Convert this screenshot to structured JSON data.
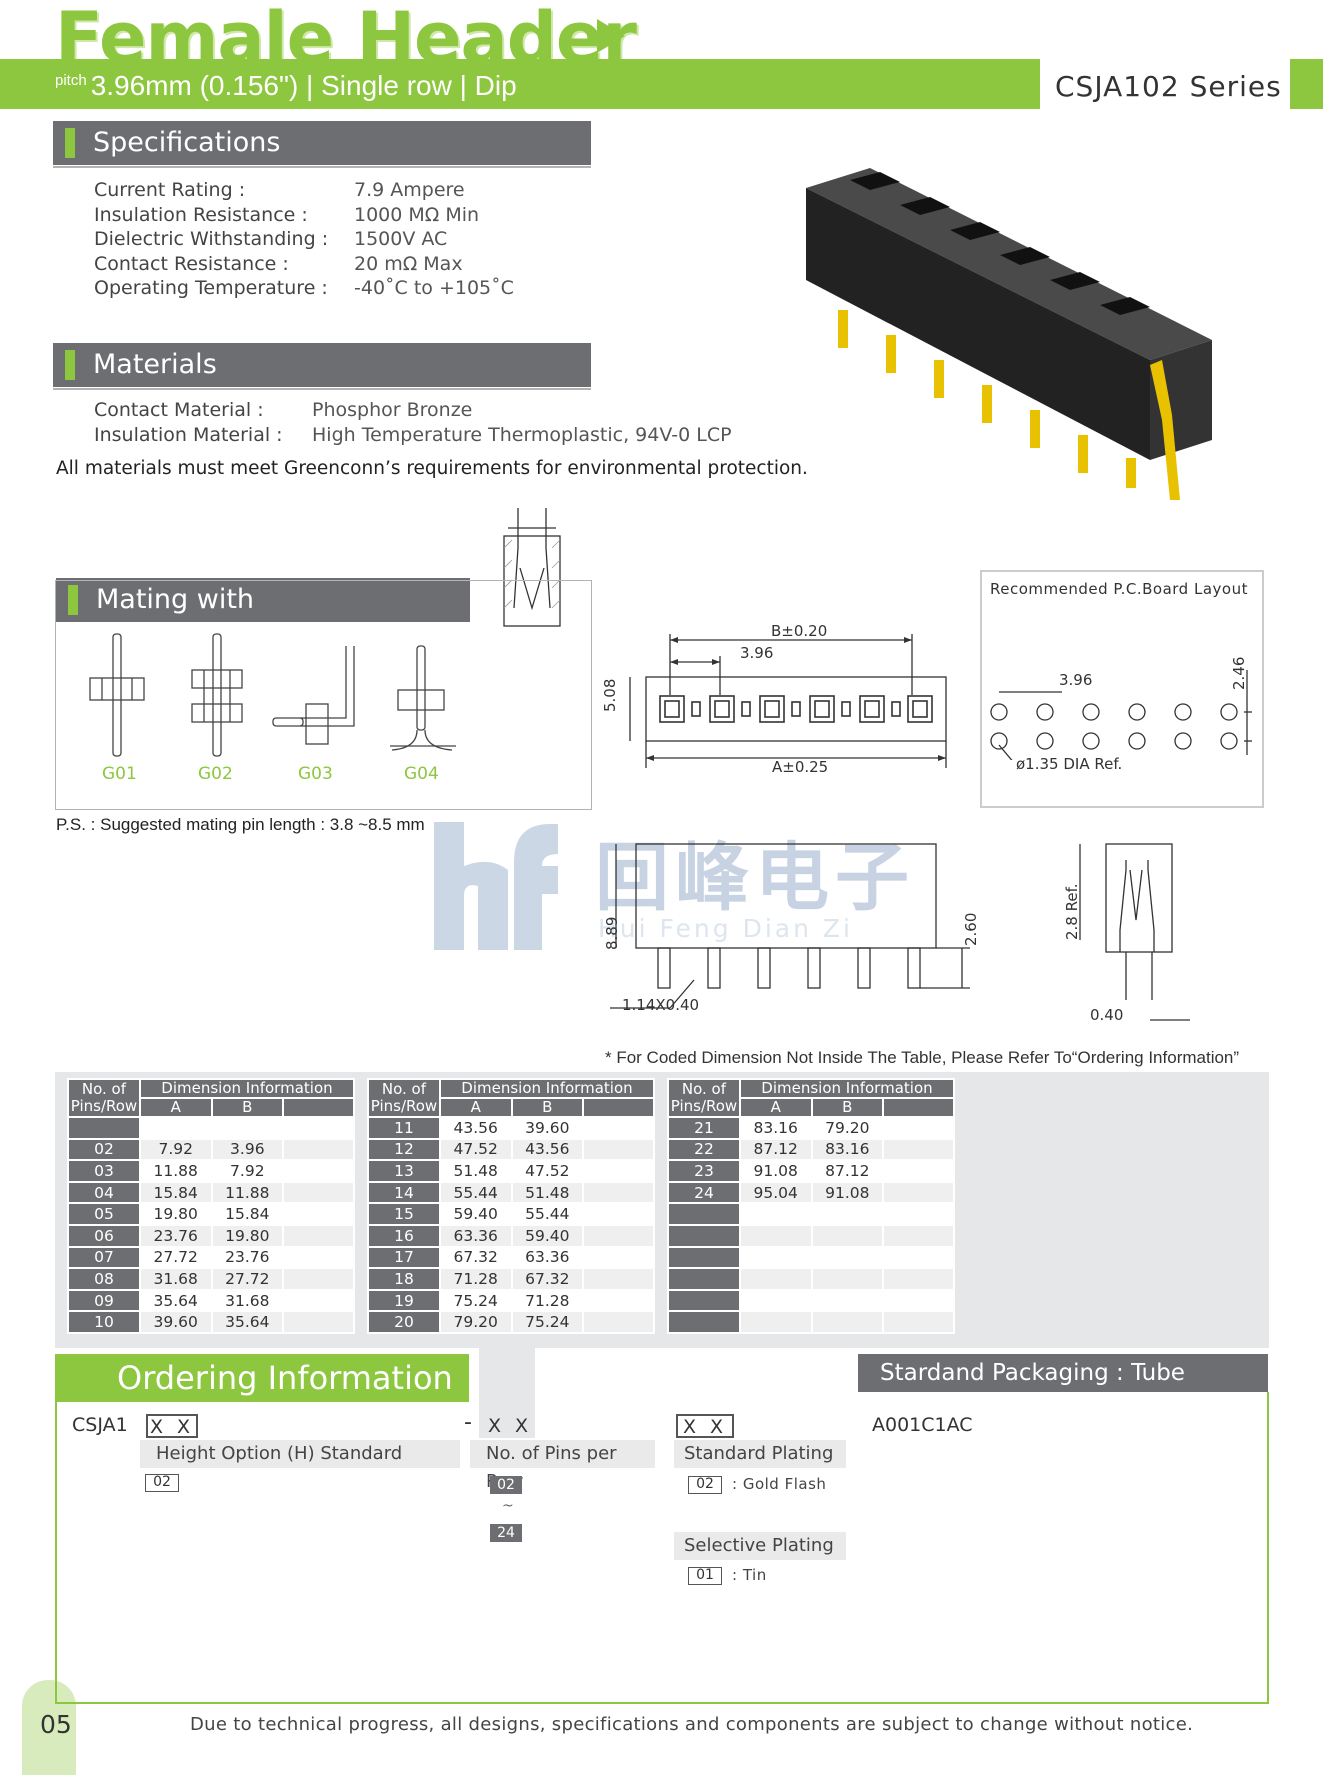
{
  "header": {
    "title": "Female Header",
    "pitch_prefix": "pitch",
    "subtitle": "3.96mm (0.156\")  |  Single row  |  Dip",
    "series": "CSJA102 Series"
  },
  "specifications": {
    "title": "Specifications",
    "rows": [
      {
        "label": "Current Rating :",
        "value": "7.9 Ampere"
      },
      {
        "label": "Insulation Resistance :",
        "value": "1000 MΩ Min"
      },
      {
        "label": "Dielectric Withstanding :",
        "value": "1500V AC"
      },
      {
        "label": "Contact Resistance :",
        "value": "20 mΩ Max"
      },
      {
        "label": "Operating Temperature :",
        "value": "-40˚C to +105˚C"
      }
    ]
  },
  "materials": {
    "title": "Materials",
    "rows": [
      {
        "label": "Contact Material :",
        "value": "Phosphor Bronze"
      },
      {
        "label": "Insulation Material :",
        "value": "High Temperature Thermoplastic, 94V-0 LCP"
      }
    ],
    "note": "All materials must meet Greenconn’s requirements for environmental protection."
  },
  "mating": {
    "title": "Mating with",
    "pins": [
      "G01",
      "G02",
      "G03",
      "G04"
    ],
    "note": "P.S. : Suggested mating pin length : 3.8 ~8.5 mm"
  },
  "drawing": {
    "b_dim": "B±0.20",
    "pitch": "3.96",
    "height_top": "5.08",
    "a_dim": "A±0.25",
    "height": "8.89",
    "pin_tail": "2.60",
    "pin_size": "1.14X0.40",
    "ref_28": "2.8 Ref.",
    "thick": "0.40"
  },
  "pcb": {
    "title": "Recommended  P.C.Board  Layout",
    "pitch": "3.96",
    "row_pitch": "2.46",
    "hole": "ø1.35  DIA  Ref."
  },
  "watermark": {
    "logo": "hf",
    "cn": "回峰电子",
    "en": "Hui Feng Dian Zi"
  },
  "coded_note": "* For Coded Dimension Not Inside The Table, Please Refer To“Ordering Information”",
  "tables": {
    "hdr_pins": "No. of Pins/Row",
    "hdr_dim": "Dimension Information",
    "hdr_a": "A",
    "hdr_b": "B",
    "t1": [
      [
        "",
        "",
        ""
      ],
      [
        "02",
        "7.92",
        "3.96"
      ],
      [
        "03",
        "11.88",
        "7.92"
      ],
      [
        "04",
        "15.84",
        "11.88"
      ],
      [
        "05",
        "19.80",
        "15.84"
      ],
      [
        "06",
        "23.76",
        "19.80"
      ],
      [
        "07",
        "27.72",
        "23.76"
      ],
      [
        "08",
        "31.68",
        "27.72"
      ],
      [
        "09",
        "35.64",
        "31.68"
      ],
      [
        "10",
        "39.60",
        "35.64"
      ]
    ],
    "t2": [
      [
        "11",
        "43.56",
        "39.60"
      ],
      [
        "12",
        "47.52",
        "43.56"
      ],
      [
        "13",
        "51.48",
        "47.52"
      ],
      [
        "14",
        "55.44",
        "51.48"
      ],
      [
        "15",
        "59.40",
        "55.44"
      ],
      [
        "16",
        "63.36",
        "59.40"
      ],
      [
        "17",
        "67.32",
        "63.36"
      ],
      [
        "18",
        "71.28",
        "67.32"
      ],
      [
        "19",
        "75.24",
        "71.28"
      ],
      [
        "20",
        "79.20",
        "75.24"
      ]
    ],
    "t3": [
      [
        "21",
        "83.16",
        "79.20"
      ],
      [
        "22",
        "87.12",
        "83.16"
      ],
      [
        "23",
        "91.08",
        "87.12"
      ],
      [
        "24",
        "95.04",
        "91.08"
      ],
      [
        "",
        "",
        ""
      ],
      [
        "",
        "",
        ""
      ],
      [
        "",
        "",
        ""
      ],
      [
        "",
        "",
        ""
      ],
      [
        "",
        "",
        ""
      ],
      [
        "",
        "",
        ""
      ]
    ]
  },
  "ordering": {
    "title": "Ordering Information",
    "prefix": "CSJA1",
    "code1": "X X",
    "dash": "-",
    "code2": "X X",
    "code3": "X X",
    "height_label": "Height Option (H) Standard",
    "height_code": "02",
    "pins_label": "No. of Pins per Row",
    "pins_from": "02",
    "pins_tilde": "~",
    "pins_to": "24",
    "std_plating_label": "Standard Plating",
    "std_plating_code": "02",
    "std_plating_desc": ": Gold Flash",
    "sel_plating_label": "Selective Plating",
    "sel_plating_code": "01",
    "sel_plating_desc": ": Tin"
  },
  "packaging": {
    "title": "Stardand Packaging : Tube",
    "part": "A001C1AC"
  },
  "footer": {
    "page": "05",
    "notice": "Due to technical progress, all designs, specifications and components are subject to change without notice."
  },
  "colors": {
    "accent": "#8dc63f",
    "gray": "#6d6e71",
    "gold": "#e8c200"
  }
}
